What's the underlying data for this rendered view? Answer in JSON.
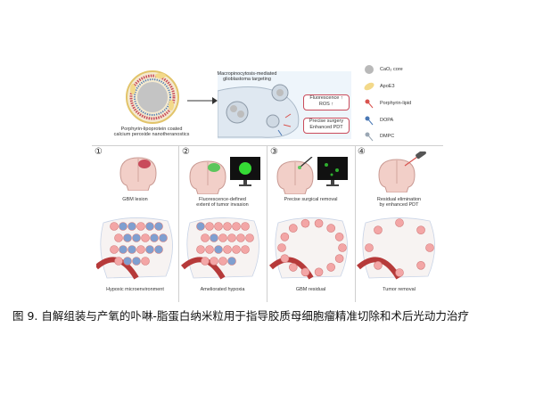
{
  "top": {
    "nano_label": [
      "Porphyrin-lipoprotein coated",
      "calcium peroxide nanotheranostics"
    ],
    "macro_label": [
      "Macropinocytosis-mediated",
      "glioblastoma targeting"
    ],
    "box1": [
      "Fluorescence ↑",
      "ROS ↑"
    ],
    "box2": [
      "Precise surgery",
      "Enhanced PDT"
    ]
  },
  "legend": [
    {
      "label": "CaO₂ core",
      "color": "#b9b9b9",
      "icon": "sphere-icon"
    },
    {
      "label": "ApoE3",
      "color": "#f3d98a",
      "icon": "oval-icon"
    },
    {
      "label": "Porphyrin-lipid",
      "color": "#d9534f",
      "icon": "lipid-icon"
    },
    {
      "label": "DOPA",
      "color": "#4a78b5",
      "icon": "lipid-icon"
    },
    {
      "label": "DMPC",
      "color": "#9aa7b4",
      "icon": "lipid-icon"
    }
  ],
  "steps": [
    {
      "num": "①",
      "title": [
        "GBM lesion"
      ],
      "bottom": "Hypoxic microenvironment"
    },
    {
      "num": "②",
      "title": [
        "Fluorescence-defined",
        "extent of tumor invasion"
      ],
      "bottom": "Ameliorated hypoxia"
    },
    {
      "num": "③",
      "title": [
        "Precise surgical removal"
      ],
      "bottom": "GBM residual"
    },
    {
      "num": "④",
      "title": [
        "Residual elimination",
        "by enhanced PDT"
      ],
      "bottom": "Tumor removal"
    }
  ],
  "caption": "图 9.  自解组装与产氧的卟啉-脂蛋白纳米粒用于指导胶质母细胞瘤精准切除和术后光动力治疗",
  "colors": {
    "panel": "#eef5fb",
    "brain": "#f2cfc8",
    "tumor": "#c94b5b",
    "cell": "#f3a6a6",
    "vessel": "#b63a3a",
    "hypoxia": "#7f9fd0"
  }
}
